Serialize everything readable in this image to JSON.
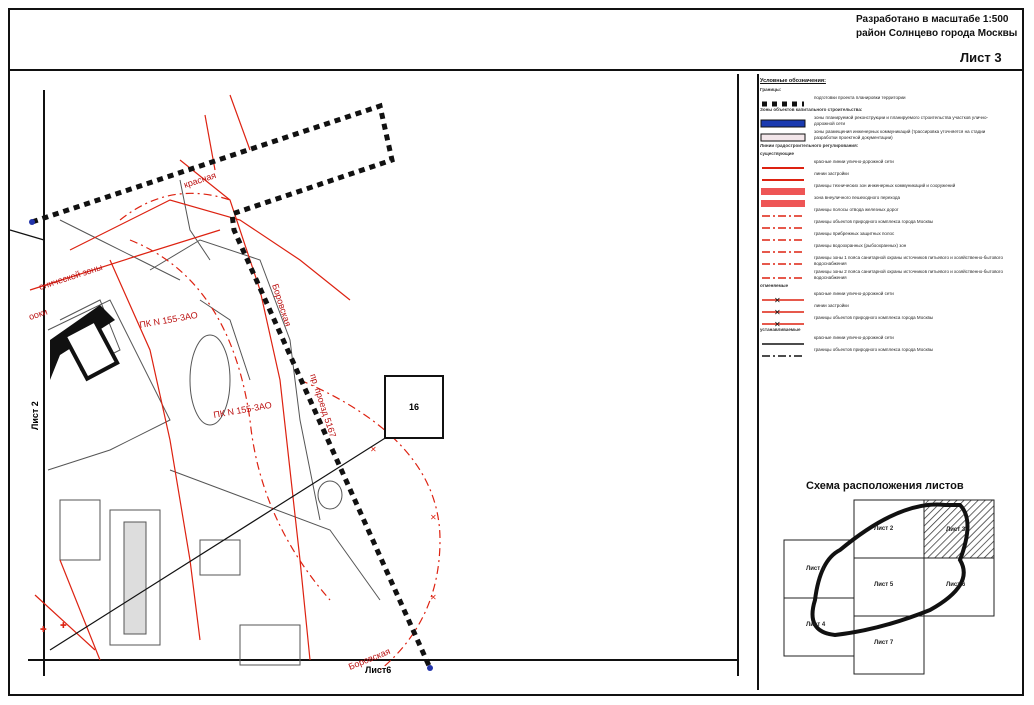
{
  "header": {
    "scale_line": "Разработано в масштабе 1:500",
    "district_line": "район Солнцево города Москвы",
    "sheet_title": "Лист 3"
  },
  "map": {
    "label_box": "16",
    "left_sheet": "Лист 2",
    "bottom_sheet": "Лист6",
    "street_top": "красная",
    "street_left": "онической зоны",
    "street_left2": "ооки",
    "street_right": "Боровская",
    "passage": "пр. проезд 5167",
    "pk_1": "ПК N 155-3АО",
    "pk_2": "ПК N 155-3АО",
    "bottom_street": "Боровская"
  },
  "legend": {
    "title": "Условные обозначения:",
    "sec1": "Границы:",
    "items1": [
      {
        "sym": "dotted-black",
        "text": "подготовки проекта планировки территории"
      }
    ],
    "sec2": "Зоны объектов капитального строительства:",
    "items2": [
      {
        "sym": "blue-bar",
        "text": "зоны планируемой реконструкции и планируемого строительства участков улично-дорожной сети"
      },
      {
        "sym": "hatched-box",
        "text": "зоны размещения инженерных коммуникаций (трассировка уточняется на стадии разработки проектной документации)"
      }
    ],
    "sec3": "Линии градостроительного регулирования:",
    "sec3b": "существующие",
    "items3": [
      {
        "sym": "red-line",
        "text": "красные линии улично-дорожной сети"
      },
      {
        "sym": "red-line",
        "text": "линии застройки"
      },
      {
        "sym": "red-thick",
        "text": "границы технических зон инженерных коммуникаций и сооружений"
      },
      {
        "sym": "red-thick",
        "text": "зона внеуличного пешеходного перехода"
      },
      {
        "sym": "red-dash",
        "text": "границы полосы отвода железных дорог"
      },
      {
        "sym": "red-dash",
        "text": "границы объектов природного комплекса города Москвы"
      },
      {
        "sym": "red-dash",
        "text": "границы прибрежных защитных полос"
      },
      {
        "sym": "red-dash",
        "text": "границы водоохранных (рыбоохранных) зон"
      },
      {
        "sym": "red-dash",
        "text": "границы зоны 1 пояса санитарной охраны источников питьевого и хозяйственно-бытового водоснабжения"
      },
      {
        "sym": "red-dash",
        "text": "границы зоны 2 пояса санитарной охраны источников питьевого и хозяйственно-бытового водоснабжения"
      }
    ],
    "sec4": "отменяемые",
    "items4": [
      {
        "sym": "red-x",
        "text": "красные линии улично-дорожной сети"
      },
      {
        "sym": "red-x",
        "text": "линии застройки"
      },
      {
        "sym": "red-x",
        "text": "границы объектов природного комплекса города Москвы"
      }
    ],
    "sec5": "устанавливаемые",
    "items5": [
      {
        "sym": "black-line",
        "text": "красные линии улично-дорожной сети"
      },
      {
        "sym": "black-dash",
        "text": "границы объектов природного комплекса города Москвы"
      }
    ]
  },
  "scheme": {
    "title": "Схема расположения листов",
    "sheets": [
      "Лист 1",
      "Лист 2",
      "Лист 3",
      "Лист 4",
      "Лист 5",
      "Лист 6",
      "Лист 7"
    ]
  }
}
